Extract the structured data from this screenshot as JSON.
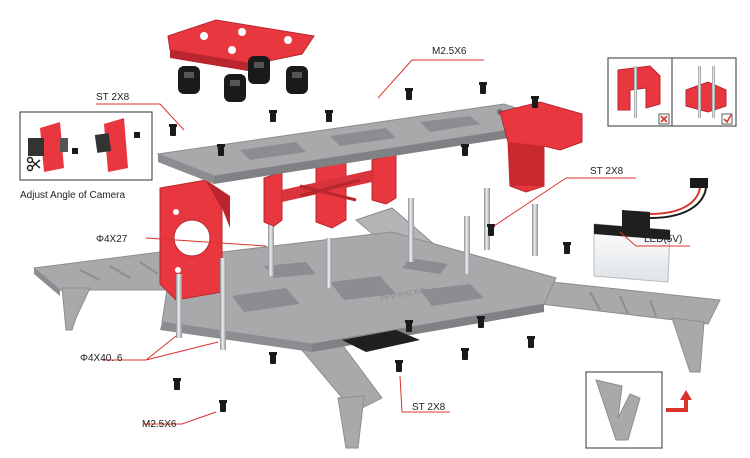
{
  "labels": {
    "m25x6_top": "M2.5X6",
    "st2x8_top": "ST 2X8",
    "st2x8_right": "ST 2X8",
    "led": "LED(5V)",
    "phi4x27": "Φ4X27",
    "phi4x40": "Φ4X40. 6",
    "m25x6_bottom": "M2.5X6",
    "st2x8_bottom": "ST 2X8",
    "camera_caption": "Adjust Angle of Camera",
    "frame_brand": "FPV RACER"
  },
  "colors": {
    "frame_gray": "#a7a9ab",
    "frame_gray_dark": "#8b8d90",
    "frame_gray_light": "#c3c5c7",
    "accent_red": "#e8373f",
    "accent_red_dark": "#b9262d",
    "leader_red": "#d9342b",
    "standoff_metal": "#b9bcc0",
    "screw_black": "#1a1a1a",
    "check_red": "#d9342b"
  },
  "icons": {
    "wrong_mark": "cross-icon",
    "right_mark": "check-icon",
    "bend_arrow": "arrow-icon",
    "scissors": "scissors-icon"
  }
}
